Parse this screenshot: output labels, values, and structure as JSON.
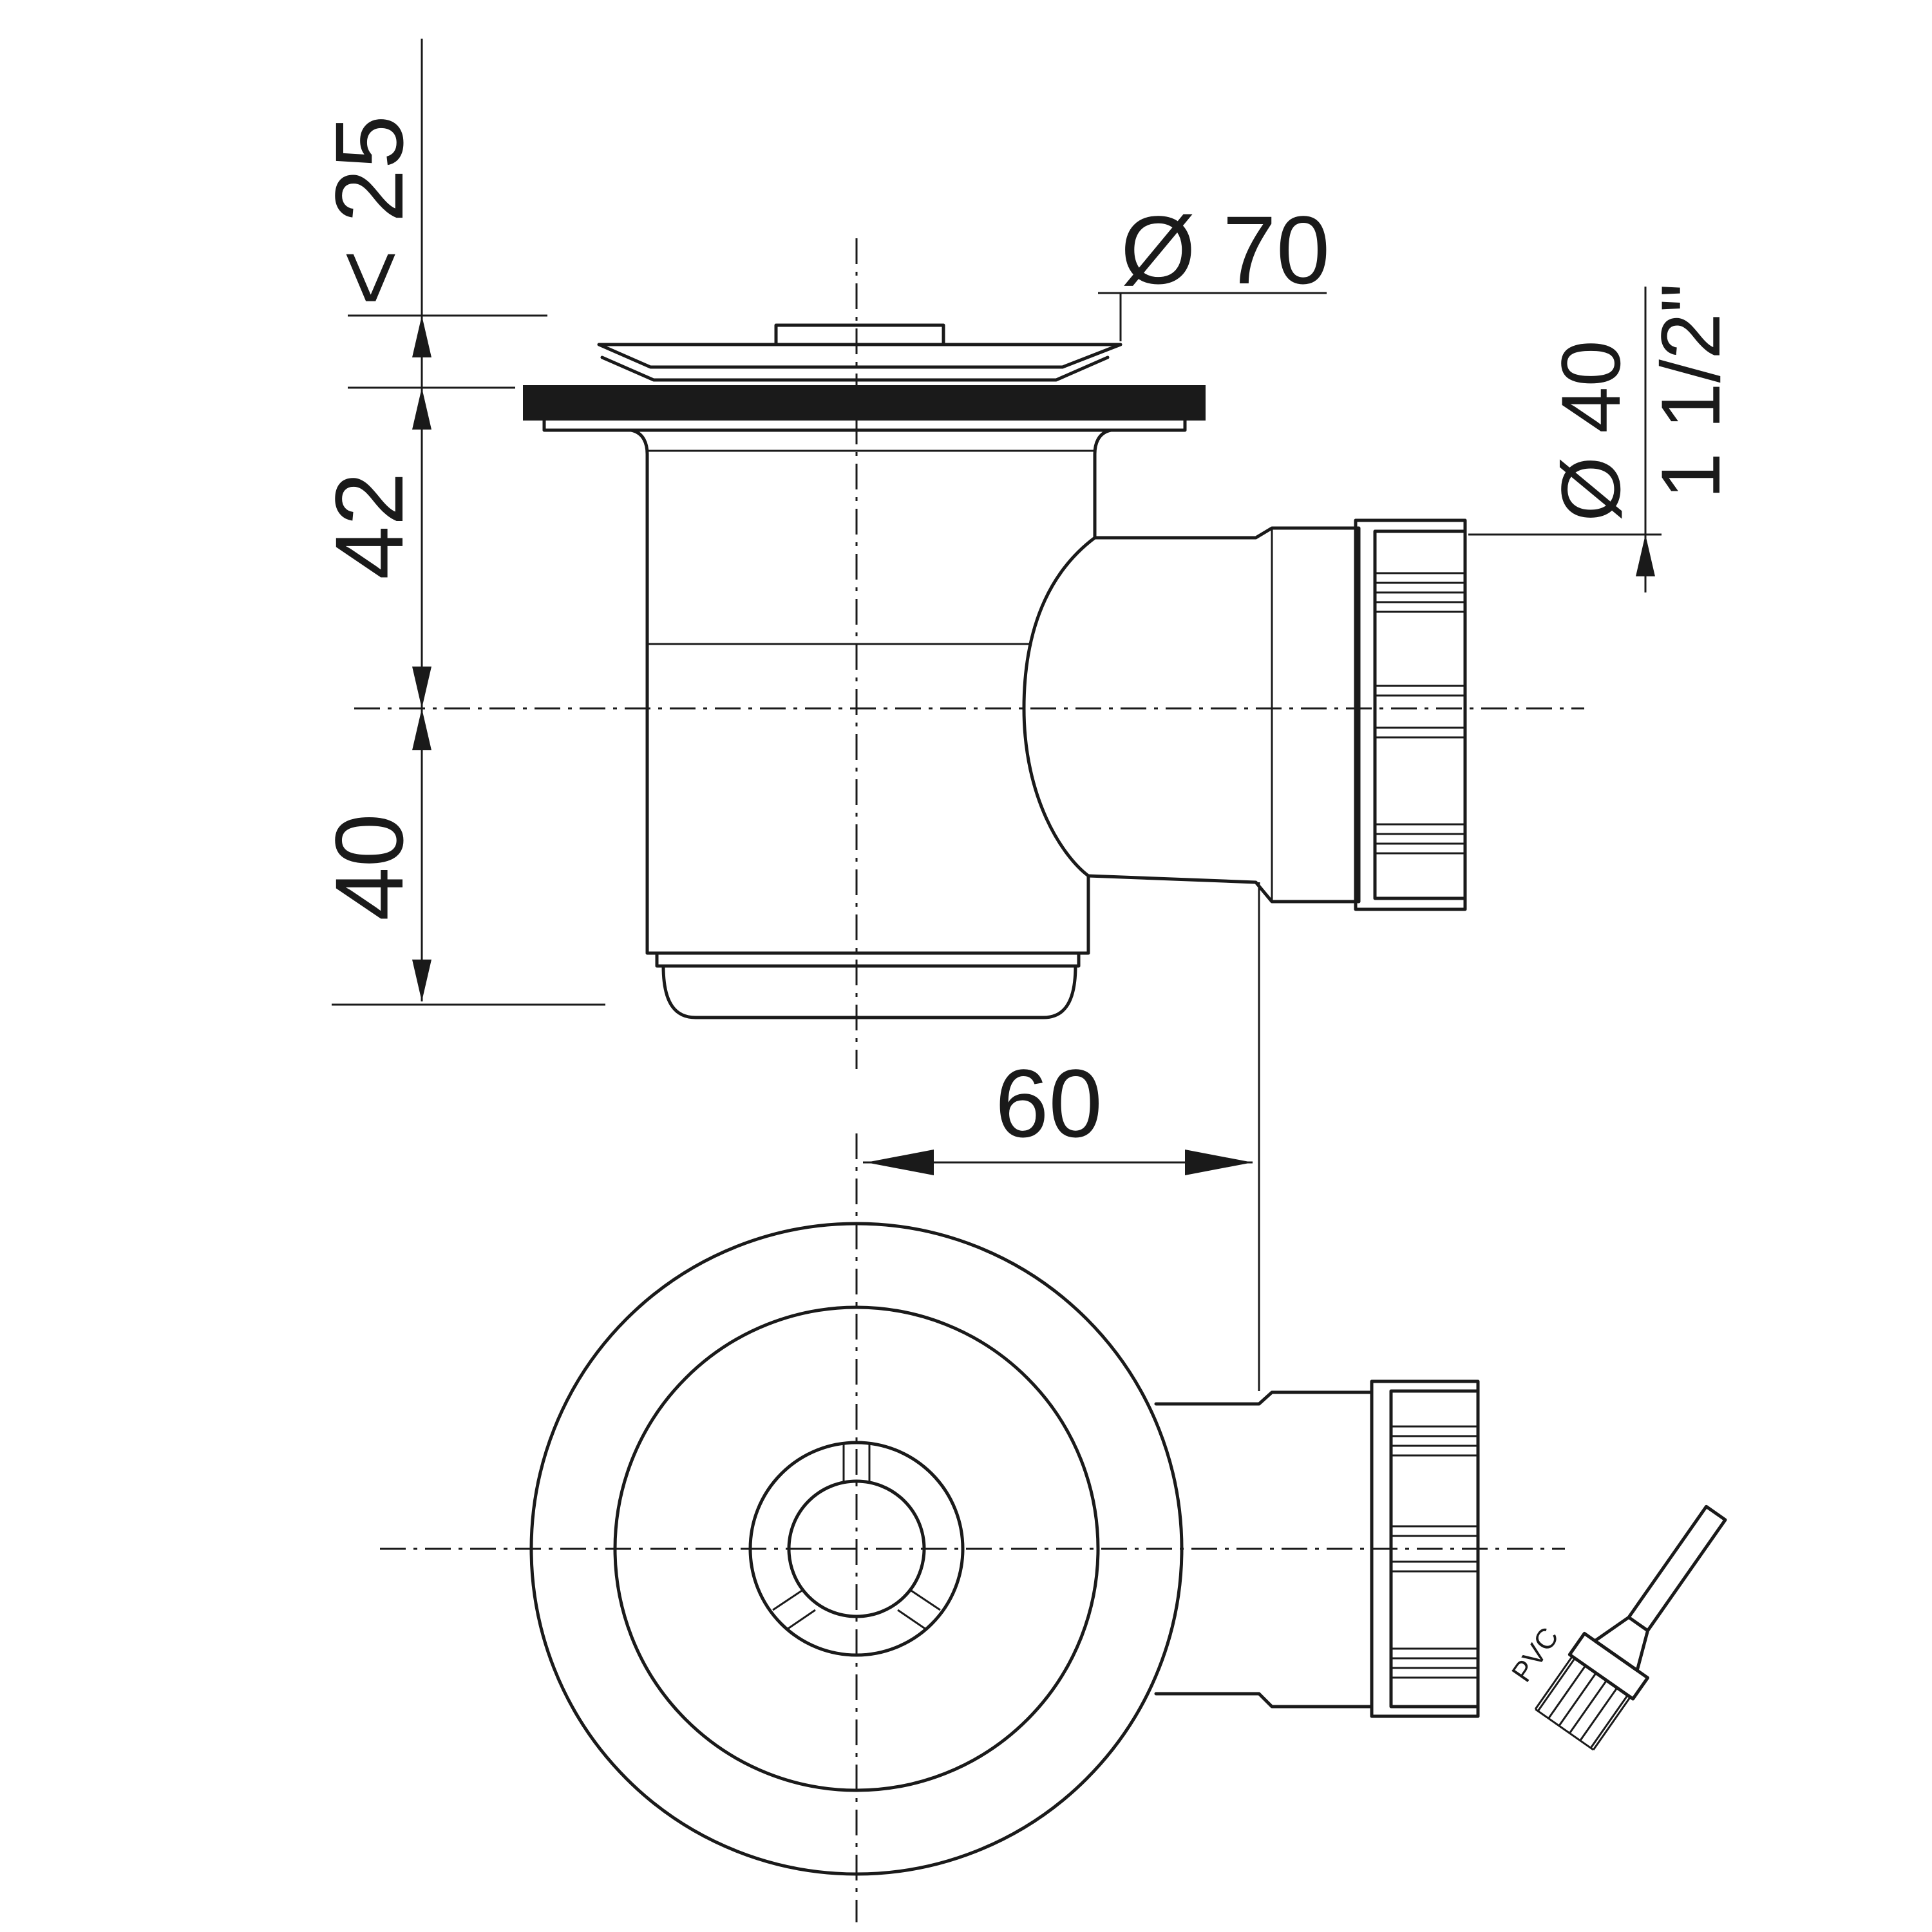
{
  "dimensions": {
    "top_clearance": "< 25",
    "flange_diameter": "Ø 70",
    "upper_height": "42",
    "lower_height": "40",
    "outlet_diameter": "Ø 40",
    "outlet_thread": "1 1/2\"",
    "outlet_offset": "60"
  },
  "brush_label": "PVC"
}
